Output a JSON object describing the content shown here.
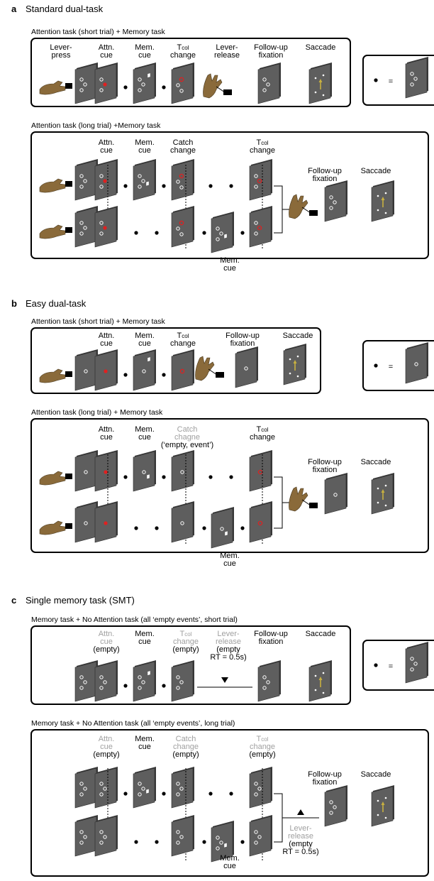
{
  "sections": {
    "a": {
      "letter": "a",
      "title": "Standard dual-task",
      "short_title": "Attention task (short trial) + Memory task",
      "long_title": "Attention task (long trial) +Memory task",
      "short_labels": {
        "lever_press": [
          "Lever-",
          "press"
        ],
        "attn_cue": [
          "Attn.",
          "cue"
        ],
        "mem_cue": [
          "Mem.",
          "cue"
        ],
        "tcol_change": [
          "Tcol",
          "change"
        ],
        "lever_release": [
          "Lever-",
          "release"
        ],
        "follow_up": [
          "Follow-up",
          "fixation"
        ],
        "saccade": [
          "Saccade"
        ]
      },
      "long_labels": {
        "attn_cue": [
          "Attn.",
          "cue"
        ],
        "mem_cue": [
          "Mem.",
          "cue"
        ],
        "catch_change": [
          "Catch",
          "change"
        ],
        "tcol_change": [
          "Tcol",
          "change"
        ],
        "follow_up": [
          "Follow-up",
          "fixation"
        ],
        "saccade": [
          "Saccade"
        ],
        "mem_cue_bottom": [
          "Mem.",
          "cue"
        ]
      },
      "equals": "="
    },
    "b": {
      "letter": "b",
      "title": "Easy dual-task",
      "short_title": "Attention task (short trial) + Memory task",
      "long_title": "Attention task (long trial) + Memory task",
      "short_labels": {
        "attn_cue": [
          "Attn.",
          "cue"
        ],
        "mem_cue": [
          "Mem.",
          "cue"
        ],
        "tcol_change": [
          "Tcol",
          "change"
        ],
        "follow_up": [
          "Follow-up",
          "fixation"
        ],
        "saccade": [
          "Saccade"
        ]
      },
      "long_labels": {
        "attn_cue": [
          "Attn.",
          "cue"
        ],
        "mem_cue": [
          "Mem.",
          "cue"
        ],
        "catch_change": [
          "Catch",
          "chagne",
          "(‘empty, event’)"
        ],
        "tcol_change": [
          "Tcol",
          "change"
        ],
        "follow_up": [
          "Follow-up",
          "fixation"
        ],
        "saccade": [
          "Saccade"
        ],
        "mem_cue_bottom": [
          "Mem.",
          "cue"
        ]
      },
      "equals": "="
    },
    "c": {
      "letter": "c",
      "title": "Single memory task (SMT)",
      "short_title": "Memory task + No Attention task (all ‘empty events’, short trial)",
      "long_title": "Memory task + No Attention task (all ‘empty events’, long trial)",
      "short_labels": {
        "attn_cue": [
          "Attn.",
          "cue",
          "(empty)"
        ],
        "mem_cue": [
          "Mem.",
          "cue"
        ],
        "tcol_change": [
          "Tcol",
          "change",
          "(empty)"
        ],
        "lever_release": [
          "Lever-",
          "release",
          "(empty",
          "RT = 0.5s)"
        ],
        "follow_up": [
          "Follow-up",
          "fixation"
        ],
        "saccade": [
          "Saccade"
        ]
      },
      "long_labels": {
        "attn_cue": [
          "Attn.",
          "cue",
          "(empty)"
        ],
        "mem_cue": [
          "Mem.",
          "cue"
        ],
        "catch_change": [
          "Catch",
          "change",
          "(empty)"
        ],
        "tcol_change": [
          "Tcol",
          "change",
          "(empty)"
        ],
        "follow_up": [
          "Follow-up",
          "fixation"
        ],
        "saccade": [
          "Saccade"
        ],
        "lever_release": [
          "Lever-",
          "release",
          "(empty",
          "RT = 0.5s)"
        ],
        "mem_cue_bottom": [
          "Mem.",
          "cue"
        ]
      },
      "equals": "="
    }
  },
  "colors": {
    "screen_fill": "#5e5e5e",
    "screen_side": "#3a3a3a",
    "attention_red": "#e02020",
    "saccade_yellow": "#c8b040",
    "empty_label_grey": "#a0a0a0",
    "hand_brown": "#8a6a3a"
  }
}
